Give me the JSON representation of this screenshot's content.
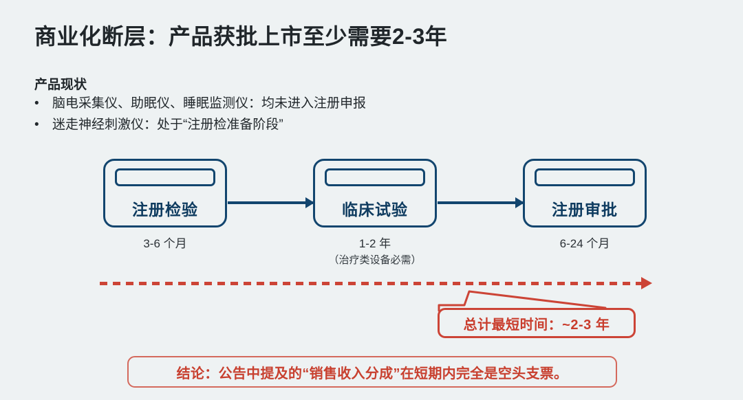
{
  "slide": {
    "title": "商业化断层：产品获批上市至少需要2-3年",
    "background_color": "#eef2f3",
    "accent_navy": "#12456e",
    "accent_red": "#cc4436"
  },
  "status": {
    "heading": "产品现状",
    "bullet_marker": "•",
    "items": [
      "脑电采集仪、助眠仪、睡眠监测仪：均未进入注册申报",
      "迷走神经刺激仪：处于“注册检准备阶段”"
    ]
  },
  "flow": {
    "nodes": [
      {
        "label": "注册检验",
        "caption": "3-6 个月",
        "sub_caption": ""
      },
      {
        "label": "临床试验",
        "caption": "1-2 年",
        "sub_caption": "（治疗类设备必需）"
      },
      {
        "label": "注册审批",
        "caption": "6-24 个月",
        "sub_caption": ""
      }
    ]
  },
  "timeline": {
    "callout": "总计最短时间：~2-3 年"
  },
  "conclusion": {
    "text": "结论：公告中提及的“销售收入分成”在短期内完全是空头支票。"
  }
}
